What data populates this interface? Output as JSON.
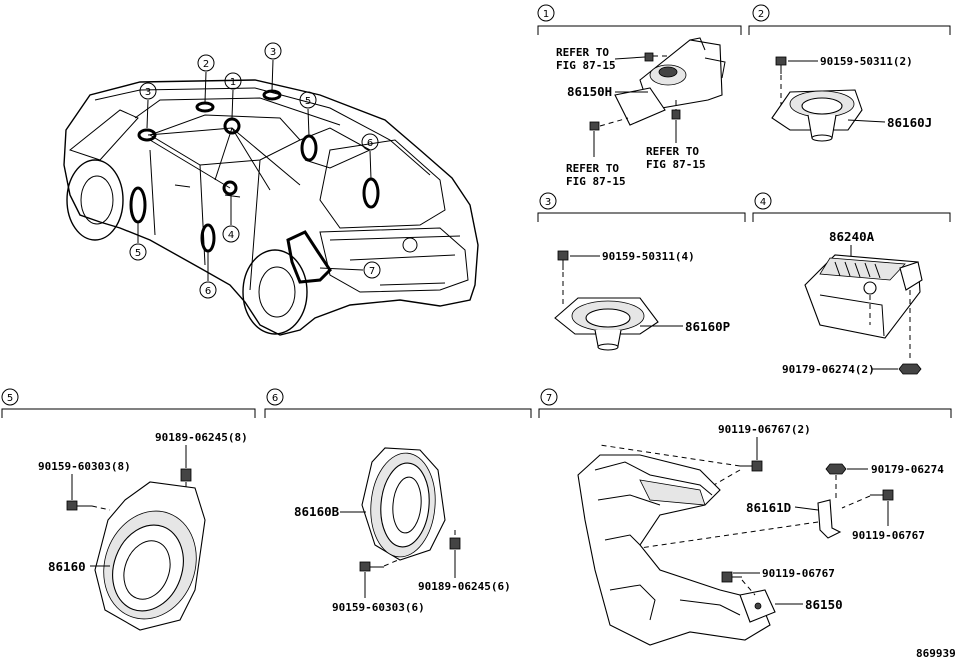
{
  "diagram_id": "869939",
  "vehicle_callouts": [
    "1",
    "2",
    "3",
    "3",
    "4",
    "5",
    "6",
    "7"
  ],
  "sections": {
    "s1": {
      "number": "1",
      "labels": {
        "refer_a_1": "REFER TO",
        "refer_a_2": "FIG 87-15",
        "part": "86150H",
        "refer_b_1": "REFER TO",
        "refer_b_2": "FIG 87-15",
        "refer_c_1": "REFER TO",
        "refer_c_2": "FIG 87-15"
      }
    },
    "s2": {
      "number": "2",
      "labels": {
        "bolt": "90159-50311(2)",
        "part": "86160J"
      }
    },
    "s3": {
      "number": "3",
      "labels": {
        "bolt": "90159-50311(4)",
        "part": "86160P"
      }
    },
    "s4": {
      "number": "4",
      "labels": {
        "part": "86240A",
        "nut": "90179-06274(2)"
      }
    },
    "s5": {
      "number": "5",
      "labels": {
        "clip": "90189-06245(8)",
        "bolt": "90159-60303(8)",
        "part": "86160"
      }
    },
    "s6": {
      "number": "6",
      "labels": {
        "part": "86160B",
        "clip": "90189-06245(6)",
        "bolt": "90159-60303(6)"
      }
    },
    "s7": {
      "number": "7",
      "labels": {
        "bolt_top": "90119-06767(2)",
        "nut": "90179-06274",
        "bracket": "86161D",
        "bolt_right": "90119-06767",
        "bolt_mid": "90119-06767",
        "part": "86150"
      }
    }
  }
}
